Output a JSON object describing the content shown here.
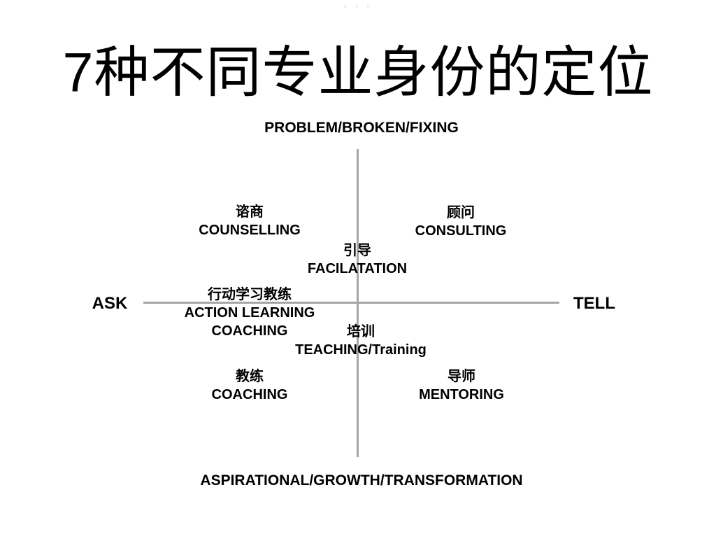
{
  "page": {
    "background_color": "#ffffff",
    "text_color": "#000000",
    "axis_line_color": "#a6a6a6"
  },
  "artifact": {
    "top_dots": "• • •"
  },
  "title": {
    "text": "7种不同专业身份的定位"
  },
  "axes": {
    "top_label": "PROBLEM/BROKEN/FIXING",
    "bottom_label": "ASPIRATIONAL/GROWTH/TRANSFORMATION",
    "left_label": "ASK",
    "right_label": "TELL"
  },
  "items": {
    "counselling": {
      "zh": "谘商",
      "en": "COUNSELLING"
    },
    "consulting": {
      "zh": "顾问",
      "en": "CONSULTING"
    },
    "facilitation": {
      "zh": "引导",
      "en": "FACILATATION"
    },
    "action_learning_coaching": {
      "zh": "行动学习教练",
      "en_line1": "ACTION LEARNING",
      "en_line2": "COACHING"
    },
    "teaching": {
      "zh": "培训",
      "en": "TEACHING/Training"
    },
    "coaching": {
      "zh": "教练",
      "en": "COACHING"
    },
    "mentoring": {
      "zh": "导师",
      "en": "MENTORING"
    }
  }
}
